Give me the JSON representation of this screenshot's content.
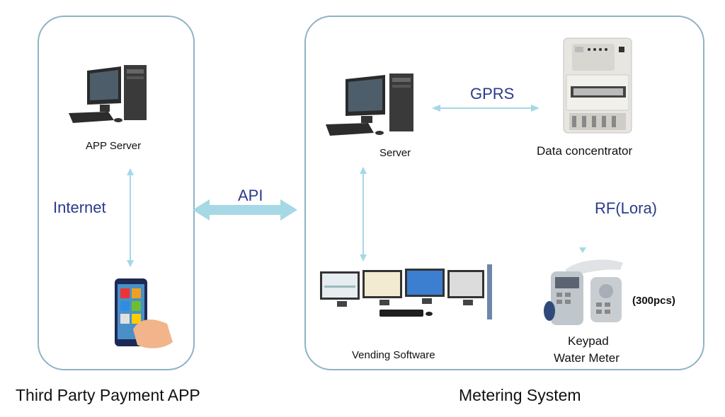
{
  "left_panel": {
    "caption": "Third Party Payment APP",
    "app_server_label": "APP Server",
    "link_label": "Internet"
  },
  "connector": {
    "label": "API"
  },
  "right_panel": {
    "caption": "Metering System",
    "server_label": "Server",
    "gprs_label": "GPRS",
    "concentrator_label": "Data concentrator",
    "rf_label": "RF(Lora)",
    "vending_label": "Vending Software",
    "meter_label_line1": "Keypad",
    "meter_label_line2": "Water Meter",
    "meter_count": "(300pcs)"
  },
  "colors": {
    "panel_border": "#8fb3c6",
    "arrow": "#a6d8e6",
    "label_blue": "#2c3a8a"
  }
}
